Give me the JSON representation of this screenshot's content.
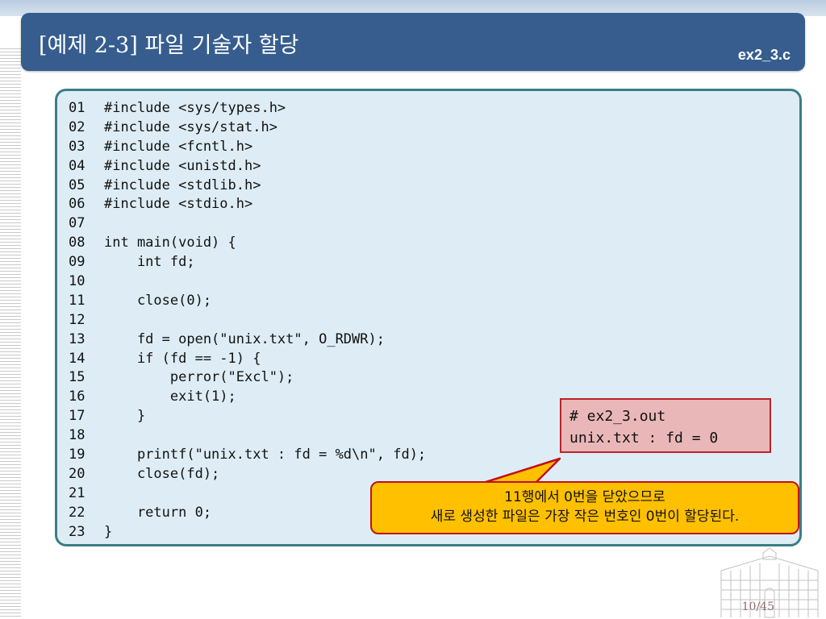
{
  "slide": {
    "title": "[예제 2-3] 파일 기술자 할당",
    "file_name": "ex2_3.c",
    "page_number": "10/45"
  },
  "code": [
    {
      "num": "01",
      "text": "#include <sys/types.h>"
    },
    {
      "num": "02",
      "text": "#include <sys/stat.h>"
    },
    {
      "num": "03",
      "text": "#include <fcntl.h>"
    },
    {
      "num": "04",
      "text": "#include <unistd.h>"
    },
    {
      "num": "05",
      "text": "#include <stdlib.h>"
    },
    {
      "num": "06",
      "text": "#include <stdio.h>"
    },
    {
      "num": "07",
      "text": ""
    },
    {
      "num": "08",
      "text": "int main(void) {"
    },
    {
      "num": "09",
      "text": "    int fd;"
    },
    {
      "num": "10",
      "text": ""
    },
    {
      "num": "11",
      "text": "    close(0);"
    },
    {
      "num": "12",
      "text": ""
    },
    {
      "num": "13",
      "text": "    fd = open(\"unix.txt\", O_RDWR);"
    },
    {
      "num": "14",
      "text": "    if (fd == -1) {"
    },
    {
      "num": "15",
      "text": "        perror(\"Excl\");"
    },
    {
      "num": "16",
      "text": "        exit(1);"
    },
    {
      "num": "17",
      "text": "    }"
    },
    {
      "num": "18",
      "text": ""
    },
    {
      "num": "19",
      "text": "    printf(\"unix.txt : fd = %d\\n\", fd);"
    },
    {
      "num": "20",
      "text": "    close(fd);"
    },
    {
      "num": "21",
      "text": ""
    },
    {
      "num": "22",
      "text": "    return 0;"
    },
    {
      "num": "23",
      "text": "}"
    }
  ],
  "output": {
    "lines": [
      "# ex2_3.out",
      "unix.txt : fd = 0"
    ]
  },
  "callout": {
    "lines": [
      "11행에서 0번을 닫았으므로",
      "새로 생성한 파일은 가장 작은 번호인 0번이 할당된다."
    ]
  },
  "colors": {
    "title_bar": "#365d8e",
    "code_panel_bg": "#deedf5",
    "code_panel_border": "#3a7e86",
    "output_bg": "#eab7b9",
    "output_border": "#b9242a",
    "callout_bg": "#ffc000",
    "callout_border": "#c0101a"
  }
}
